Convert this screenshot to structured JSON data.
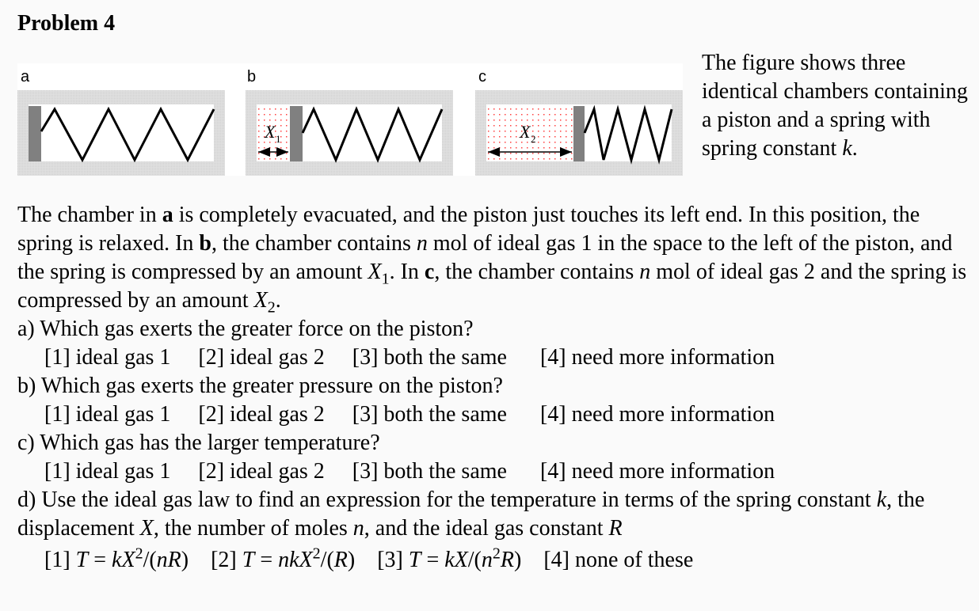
{
  "title": "Problem 4",
  "figure": {
    "panels": [
      {
        "label": "a",
        "gas": false
      },
      {
        "label": "b",
        "gas": true,
        "x_label": "X",
        "x_sub": "1"
      },
      {
        "label": "c",
        "gas": true,
        "x_label": "X",
        "x_sub": "2"
      }
    ],
    "colors": {
      "wall": "#d8d8d8",
      "piston": "#808080",
      "gas_dots": "#ff4040",
      "spring": "#000000"
    }
  },
  "side_text": {
    "t1": "The figure shows three identical chambers containing a piston and a spring with spring constant ",
    "k": "k",
    "t2": "."
  },
  "intro": {
    "s1": "The chamber in ",
    "a": "a",
    "s2": " is completely evacuated, and the piston just touches its left end. In this position, the spring is relaxed. In ",
    "b": "b",
    "s3": ", the chamber contains ",
    "n1": "n",
    "s4": " mol of ideal gas 1 in the space to the left of the piston, and the spring is compressed by an amount ",
    "X1": "X",
    "X1sub": "1",
    "s5": ". In ",
    "c": "c",
    "s6": ", the chamber contains ",
    "n2": "n",
    "s7": " mol of ideal gas 2 and the spring is compressed by an amount ",
    "X2": "X",
    "X2sub": "2",
    "s8": "."
  },
  "questions": [
    {
      "text": "a) Which gas exerts the greater force on the piston?",
      "options": [
        "[1] ideal gas 1",
        "[2] ideal gas 2",
        "[3] both the same",
        "[4] need more information"
      ]
    },
    {
      "text": "b) Which gas exerts the greater pressure on the piston?",
      "options": [
        "[1] ideal gas 1",
        "[2] ideal gas 2",
        "[3] both the same",
        "[4] need more information"
      ]
    },
    {
      "text": "c) Which gas has the larger temperature?",
      "options": [
        "[1] ideal gas 1",
        "[2] ideal gas 2",
        "[3] both the same",
        "[4] need more information"
      ]
    }
  ],
  "qd": {
    "t1": "d) Use the ideal gas law to find an expression for the temperature in terms of the spring constant ",
    "k": "k",
    "t2": ", the displacement ",
    "X": "X",
    "t3": ", the number of moles ",
    "n": "n",
    "t4": ", and the ideal gas constant ",
    "R": "R",
    "options": [
      {
        "num": "[1] ",
        "lhs": "T",
        "eq": " = ",
        "a": "kX",
        "sup": "2",
        "b": "/(",
        "c": "nR",
        "d": ")"
      },
      {
        "num": "[2] ",
        "lhs": "T",
        "eq": " = ",
        "a": "nkX",
        "sup": "2",
        "b": "/(",
        "c": "R",
        "d": ")"
      },
      {
        "num": "[3] ",
        "lhs": "T",
        "eq": " = ",
        "a": "kX",
        "b": "/(",
        "c": "n",
        "sup": "2",
        "e": "R",
        "d": ")"
      },
      {
        "num": "[4] ",
        "text": "none of these"
      }
    ]
  }
}
